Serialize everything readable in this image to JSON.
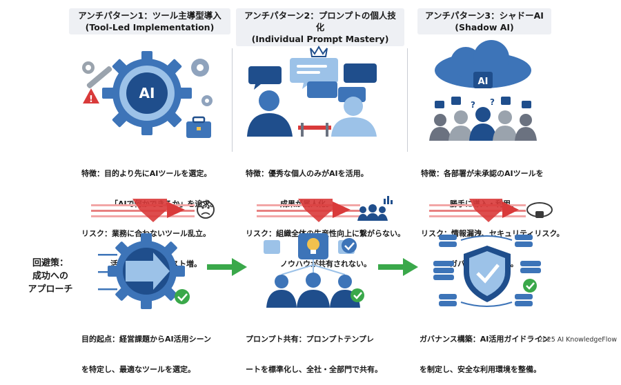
{
  "patterns": [
    {
      "title": "アンチパターン1：ツール主導型導入",
      "subtitle": "(Tool-Led Implementation)",
      "feature_label": "特徴：",
      "feature": "目的より先にAIツールを選定。",
      "feature2": "「AIで何かできるか」を追求。",
      "risk_label": "リスク：",
      "risk": "業務に合わないツール乱立。",
      "risk2": "活用が定着せずコスト増。",
      "icon_text": "AI"
    },
    {
      "title": "アンチパターン2：プロンプトの個人技化",
      "subtitle": "(Individual Prompt Mastery)",
      "feature_label": "特徴：",
      "feature": "優秀な個人のみがAIを活用。",
      "feature2": "成果が属人化。",
      "risk_label": "リスク：",
      "risk": "組織全体の生産性向上に繋がらない。",
      "risk2": "ノウハウが共有されない。"
    },
    {
      "title": "アンチパターン3：シャドーAI",
      "subtitle": "(Shadow AI)",
      "feature_label": "特徴：",
      "feature": "各部署が未承認のAIツールを",
      "feature2": "勝手に導入・利用。",
      "risk_label": "リスク：",
      "risk": "情報漏洩、セキュリティリスク。",
      "risk2": "ガバナンスが崩壊。",
      "icon_text": "AI"
    }
  ],
  "solution_label": {
    "line1": "回避策：",
    "line2": "成功への",
    "line3": "アプローチ"
  },
  "solutions": [
    {
      "label": "目的起点：",
      "text": "経営課題からAI活用シーン",
      "text2": "を特定し、最適なツールを選定。"
    },
    {
      "label": "プロンプト共有：",
      "text": "プロンプトテンプレ",
      "text2": "ートを標準化し、全社・全部門で共有。"
    },
    {
      "label": "ガバナンス構築：",
      "text": "AI活用ガイドライン",
      "text2": "を制定し、安全な利用環境を整備。"
    }
  ],
  "footer": "2025 AI KnowledgeFlow",
  "colors": {
    "blue_dark": "#1f4e8c",
    "blue_mid": "#3d74b8",
    "blue_light": "#9cc2e8",
    "red": "#d93a3a",
    "green": "#3aa84a",
    "gray": "#6b7280"
  }
}
